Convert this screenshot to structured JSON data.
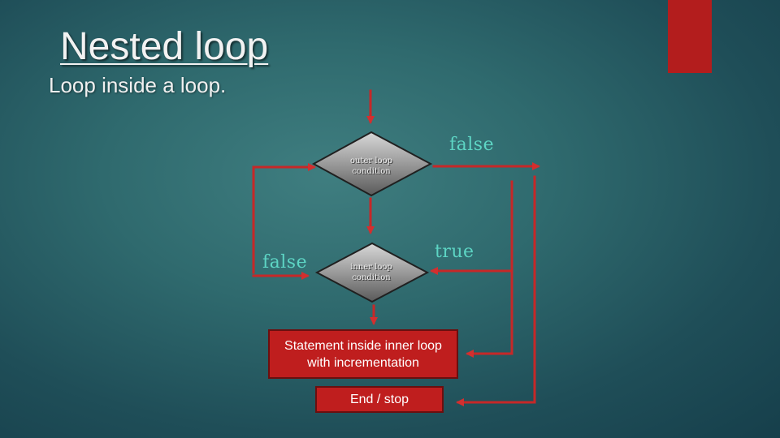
{
  "slide": {
    "title": "Nested loop",
    "subtitle": "Loop inside a loop.",
    "accent_color": "#b31d1d"
  },
  "flowchart": {
    "outer_condition": "outer loop\ncondition",
    "inner_condition": "inner loop\ncondition",
    "outer_false_label": "false",
    "inner_false_label": "false",
    "true_label": "true",
    "inner_statement": "Statement inside inner loop\nwith incrementation",
    "end_label": "End / stop",
    "arrow_color": "#c62828",
    "label_color": "#5dd5c4"
  }
}
